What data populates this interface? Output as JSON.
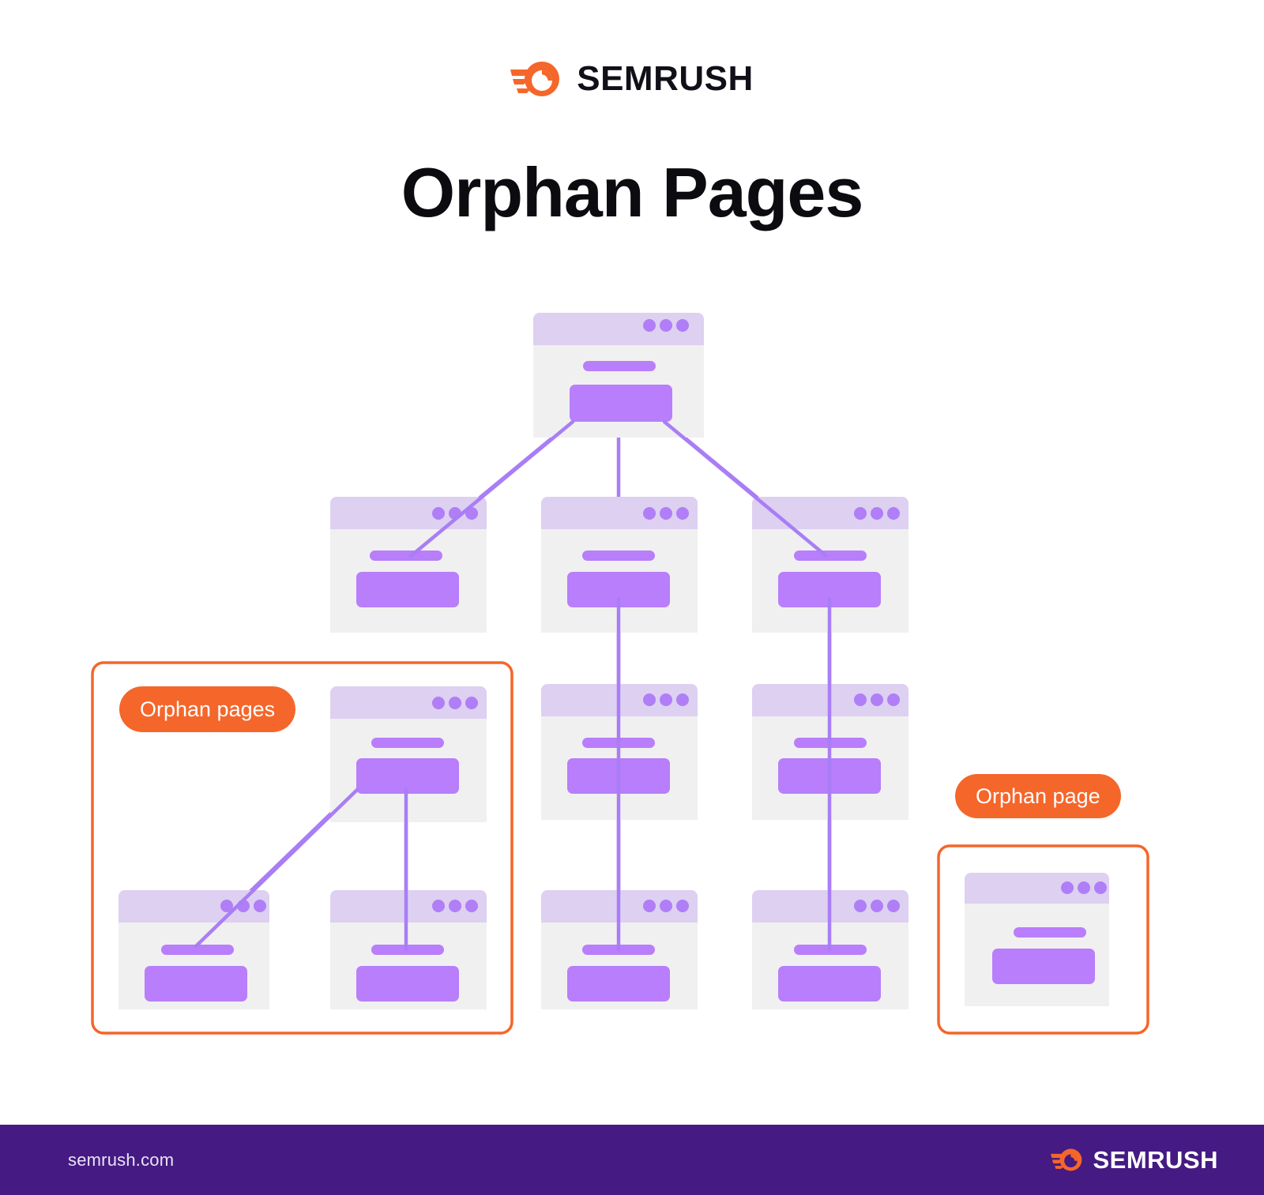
{
  "brand": {
    "name": "SEMRUSH",
    "logo_icon": "semrush-comet-icon",
    "accent_orange": "#f5662a",
    "footer_purple": "#451a82"
  },
  "header": {
    "title": "Orphan Pages"
  },
  "annotations": {
    "group_badge": "Orphan pages",
    "single_badge": "Orphan page",
    "outline_color": "#f5662a"
  },
  "palette": {
    "card_body": "#f0f0f0",
    "card_header": "#ddd0f1",
    "element_purple": "#b87efb",
    "connector_purple": "#a97ef5",
    "dot_purple": "#b07ef7"
  },
  "diagram": {
    "type": "site-architecture-tree",
    "node_icon": "browser-window-icon",
    "nodes": [
      {
        "id": "root",
        "label": "root-page",
        "column": "center",
        "level": 1,
        "orphan": false
      },
      {
        "id": "l2-left",
        "label": "level2-left-page",
        "column": "left",
        "level": 2,
        "orphan": false
      },
      {
        "id": "l2-center",
        "label": "level2-center-page",
        "column": "center",
        "level": 2,
        "orphan": false
      },
      {
        "id": "l2-right",
        "label": "level2-right-page",
        "column": "right",
        "level": 2,
        "orphan": false
      },
      {
        "id": "l3-center",
        "label": "level3-center-page",
        "column": "center",
        "level": 3,
        "orphan": false
      },
      {
        "id": "l3-right",
        "label": "level3-right-page",
        "column": "right",
        "level": 3,
        "orphan": false
      },
      {
        "id": "l4-center",
        "label": "level4-center-page",
        "column": "center",
        "level": 4,
        "orphan": false
      },
      {
        "id": "l4-right",
        "label": "level4-right-page",
        "column": "right",
        "level": 4,
        "orphan": false
      },
      {
        "id": "orphan-top",
        "label": "orphan-parent-page",
        "column": "orphan-group",
        "level": 3,
        "orphan": true
      },
      {
        "id": "orphan-left",
        "label": "orphan-child-left",
        "column": "orphan-group",
        "level": 4,
        "orphan": true
      },
      {
        "id": "orphan-right",
        "label": "orphan-child-right",
        "column": "orphan-group",
        "level": 4,
        "orphan": true
      },
      {
        "id": "orphan-single",
        "label": "isolated-orphan-page",
        "column": "orphan-single",
        "level": 4,
        "orphan": true
      }
    ],
    "links": [
      {
        "from": "root",
        "to": "l2-left"
      },
      {
        "from": "root",
        "to": "l2-center"
      },
      {
        "from": "root",
        "to": "l2-right"
      },
      {
        "from": "l2-center",
        "to": "l3-center"
      },
      {
        "from": "l3-center",
        "to": "l4-center"
      },
      {
        "from": "l2-right",
        "to": "l3-right"
      },
      {
        "from": "l3-right",
        "to": "l4-right"
      },
      {
        "from": "orphan-top",
        "to": "orphan-left"
      },
      {
        "from": "orphan-top",
        "to": "orphan-right"
      }
    ]
  },
  "footer": {
    "url": "semrush.com",
    "brand": "SEMRUSH"
  }
}
